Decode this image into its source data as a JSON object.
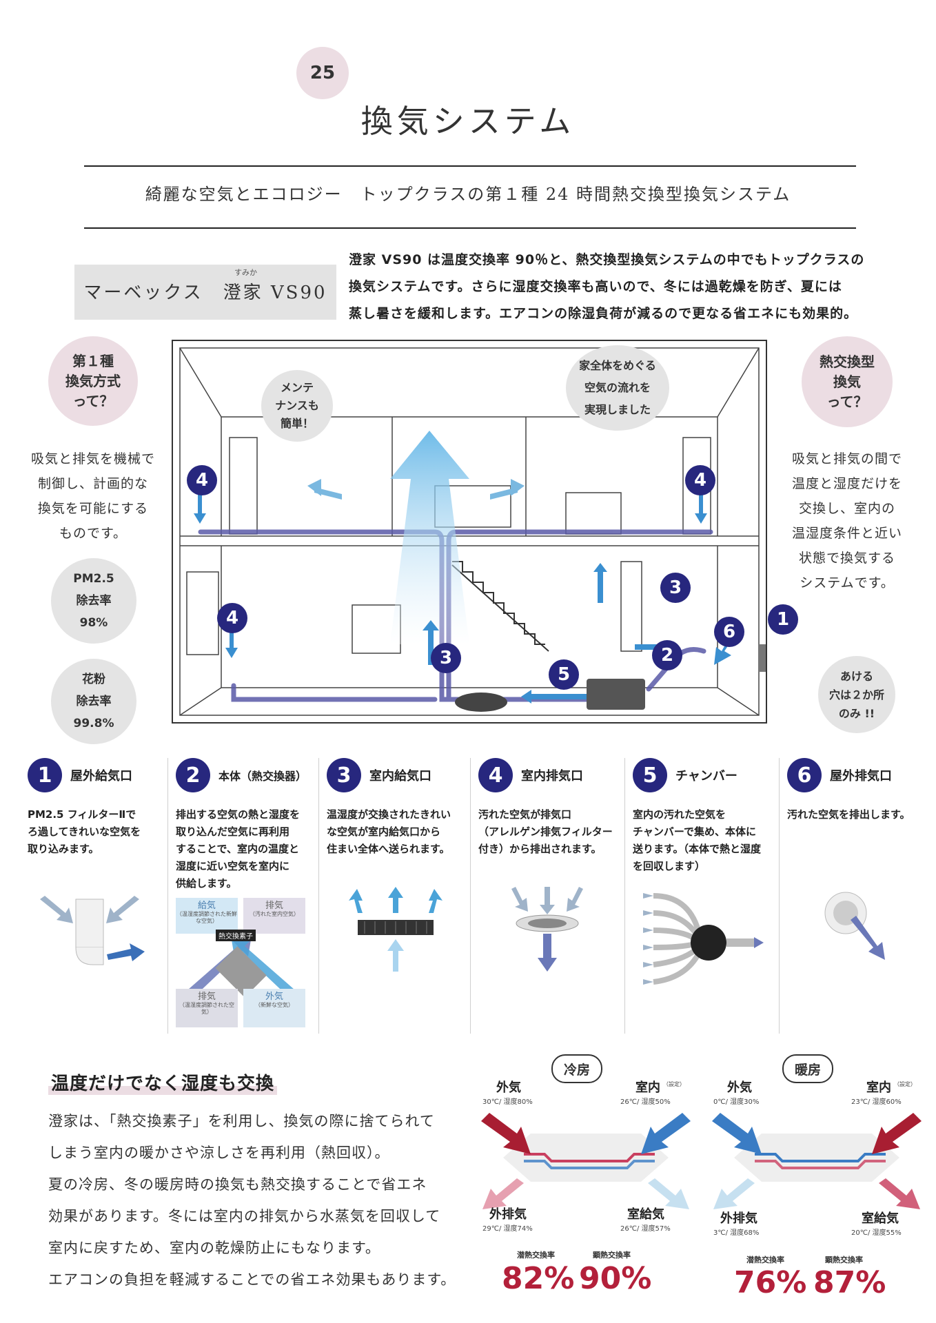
{
  "page_number": "25",
  "title": "換気システム",
  "subtitle": "綺麗な空気とエコロジー　トップクラスの第１種 24 時間熱交換型換気システム",
  "product": {
    "name": "マーベックス　澄家 VS90",
    "furigana": "すみか"
  },
  "intro_lines": [
    "澄家 VS90 は温度交換率 90％と、熱交換型換気システムの中でもトップクラスの",
    "換気システムです。さらに湿度交換率も高いので、冬には過乾燥を防ぎ、夏には",
    "蒸し暑さを緩和します。エアコンの除湿負荷が減るので更なる省エネにも効果的。"
  ],
  "left_panel": {
    "question_lines": [
      "第１種",
      "換気方式",
      "って？"
    ],
    "desc_lines": [
      "吸気と排気を機械で",
      "制御し、計画的な",
      "換気を可能にする",
      "ものです。"
    ],
    "stats": [
      {
        "lines": [
          "PM2.5",
          "除去率",
          "98%"
        ]
      },
      {
        "lines": [
          "花粉",
          "除去率",
          "99.8%"
        ]
      }
    ]
  },
  "right_panel": {
    "question_lines": [
      "熱交換型",
      "換気",
      "って？"
    ],
    "desc_lines": [
      "吸気と排気の間で",
      "温度と湿度だけを",
      "交換し、室内の",
      "温湿度条件と近い",
      "状態で換気する",
      "システムです。"
    ],
    "note_lines": [
      "あける",
      "穴は２か所",
      "のみ !!"
    ]
  },
  "diagram": {
    "bubble_maintenance": [
      "メンテ",
      "ナンスも",
      "簡単！"
    ],
    "bubble_airflow": [
      "家全体をめぐる",
      "空気の流れを",
      "実現しました"
    ],
    "markers": [
      "4",
      "4",
      "4",
      "3",
      "3",
      "5",
      "2",
      "6",
      "1"
    ]
  },
  "parts": [
    {
      "num": "1",
      "title": "屋外給気口",
      "lines": [
        "PM2.5 フィルターⅡで",
        "ろ過してきれいな空気を",
        "取り込みます。"
      ]
    },
    {
      "num": "2",
      "title": "本体（熱交換器）",
      "lines": [
        "排出する空気の熱と湿度を",
        "取り込んだ空気に再利用",
        "することで、室内の温度と",
        "湿度に近い空気を室内に",
        "供給します。"
      ],
      "diagram": {
        "supply": "給気",
        "supply_note": "（温湿度調節された新鮮な空気）",
        "exhaust": "排気",
        "exhaust_note": "（汚れた室内空気）",
        "element": "熱交換素子",
        "exhaust2": "排気",
        "exhaust2_note": "（温湿度調節された空気）",
        "outside": "外気",
        "outside_note": "（新鮮な空気）"
      }
    },
    {
      "num": "3",
      "title": "室内給気口",
      "lines": [
        "温湿度が交換されたきれい",
        "な空気が室内給気口から",
        "住まい全体へ送られます。"
      ]
    },
    {
      "num": "4",
      "title": "室内排気口",
      "lines": [
        "汚れた空気が排気口",
        "（アレルゲン排気フィルター",
        "付き）から排出されます。"
      ]
    },
    {
      "num": "5",
      "title": "チャンバー",
      "lines": [
        "室内の汚れた空気を",
        "チャンバーで集め、本体に",
        "送ります。（本体で熱と湿度",
        "を回収します）"
      ]
    },
    {
      "num": "6",
      "title": "屋外排気口",
      "lines": [
        "汚れた空気を排出します。"
      ]
    }
  ],
  "section": {
    "heading": "温度だけでなく湿度も交換",
    "lines": [
      "澄家は、「熱交換素子」を利用し、換気の際に捨てられて",
      "しまう室内の暖かさや涼しさを再利用（熱回収）。",
      "夏の冷房、冬の暖房時の換気も熱交換することで省エネ",
      "効果があります。冬には室内の排気から水蒸気を回収して",
      "室内に戻すため、室内の乾燥防止にもなります。",
      "エアコンの負担を軽減することでの省エネ効果もあります。"
    ]
  },
  "modes": [
    {
      "name": "冷房",
      "outside": {
        "label": "外気",
        "cond": "30℃/ 湿度80%"
      },
      "indoor": {
        "label": "室内",
        "tag": "（設定）",
        "cond": "26℃/ 湿度50%"
      },
      "exhaust": {
        "label": "外排気",
        "cond": "29℃/ 湿度74%"
      },
      "supply": {
        "label": "室給気",
        "cond": "26℃/ 湿度57%"
      },
      "latent_label": "潜熱交換率",
      "latent": "82%",
      "sensible_label": "顕熱交換率",
      "sensible": "90%"
    },
    {
      "name": "暖房",
      "outside": {
        "label": "外気",
        "cond": "0℃/ 湿度30%"
      },
      "indoor": {
        "label": "室内",
        "tag": "（設定）",
        "cond": "23℃/ 湿度60%"
      },
      "exhaust": {
        "label": "外排気",
        "cond": "3℃/ 湿度68%"
      },
      "supply": {
        "label": "室給気",
        "cond": "20℃/ 湿度55%"
      },
      "latent_label": "潜熱交換率",
      "latent": "76%",
      "sensible_label": "顕熱交換率",
      "sensible": "87%"
    }
  ],
  "colors": {
    "navy": "#27277e",
    "pink_bg": "#ecdde3",
    "grey_bg": "#e4e4e4",
    "red": "#b3203a",
    "blue": "#3a7cc4",
    "light_blue": "#8fc9ea"
  }
}
